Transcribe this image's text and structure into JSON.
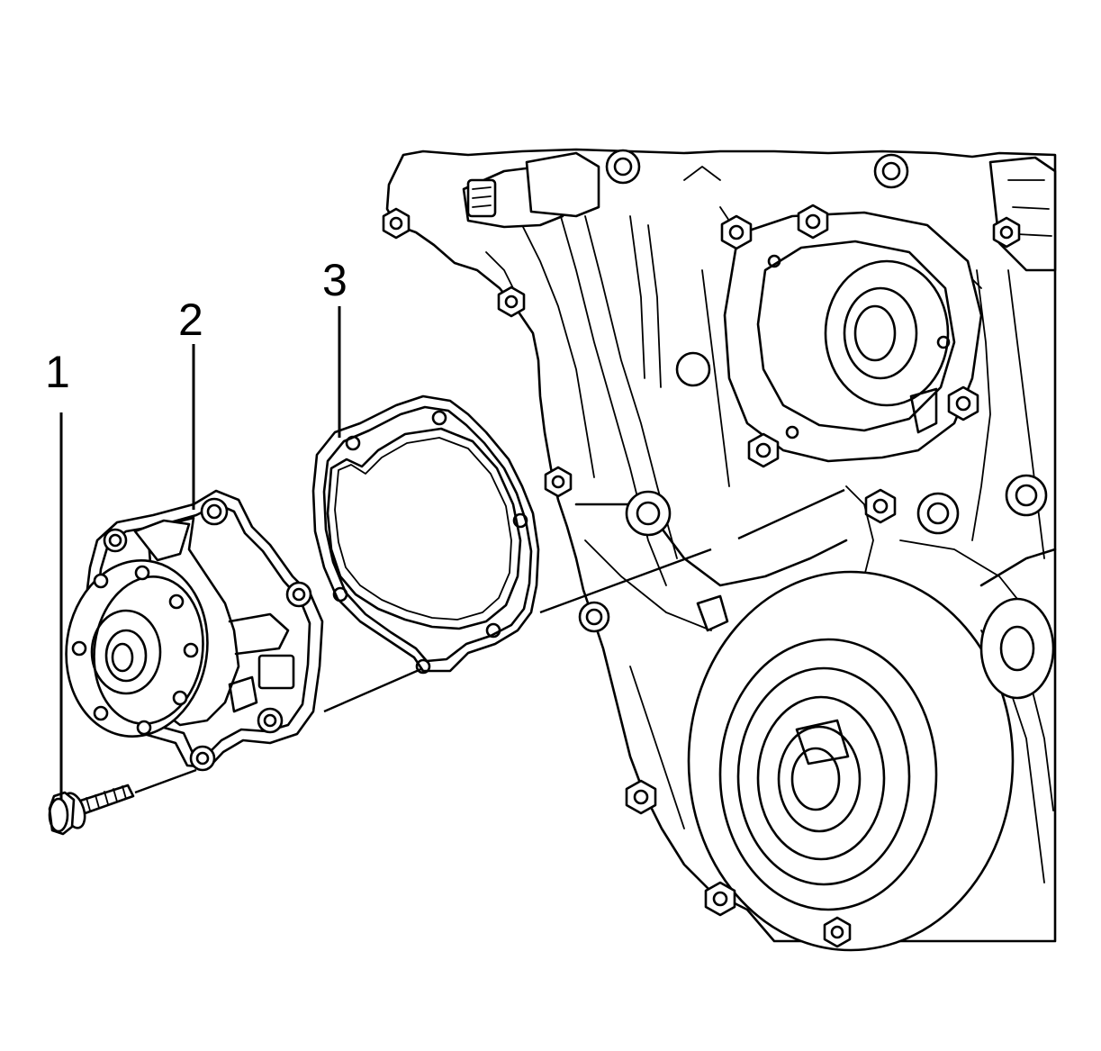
{
  "callouts": [
    {
      "number": "1",
      "part_icon": "bolt-icon"
    },
    {
      "number": "2",
      "part_icon": "water-pump-icon"
    },
    {
      "number": "3",
      "part_icon": "gasket-icon"
    }
  ],
  "colors": {
    "line": "#000000",
    "background": "#ffffff"
  }
}
